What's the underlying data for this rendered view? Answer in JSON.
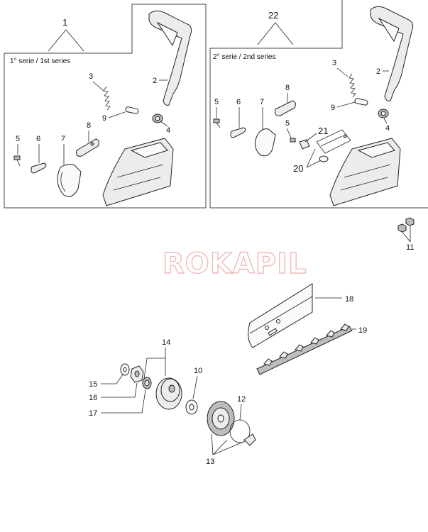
{
  "watermark": "ROKAPIL",
  "panel_left": {
    "group_number": "1",
    "series_label": "1° serie / 1st series",
    "callouts": [
      "2",
      "3",
      "4",
      "5",
      "6",
      "7",
      "8",
      "9"
    ]
  },
  "panel_right": {
    "group_number": "22",
    "series_label": "2° serie / 2nd series",
    "callouts": [
      "2",
      "3",
      "4",
      "5",
      "5",
      "6",
      "7",
      "8",
      "9",
      "20",
      "21"
    ]
  },
  "parts": {
    "p10": "10",
    "p11": "11",
    "p12": "12",
    "p13": "13",
    "p14": "14",
    "p15": "15",
    "p16": "16",
    "p17": "17",
    "p18": "18",
    "p19": "19"
  },
  "colors": {
    "line": "#222222",
    "part_fill": "#ececec",
    "watermark": "#f1b9b9"
  }
}
